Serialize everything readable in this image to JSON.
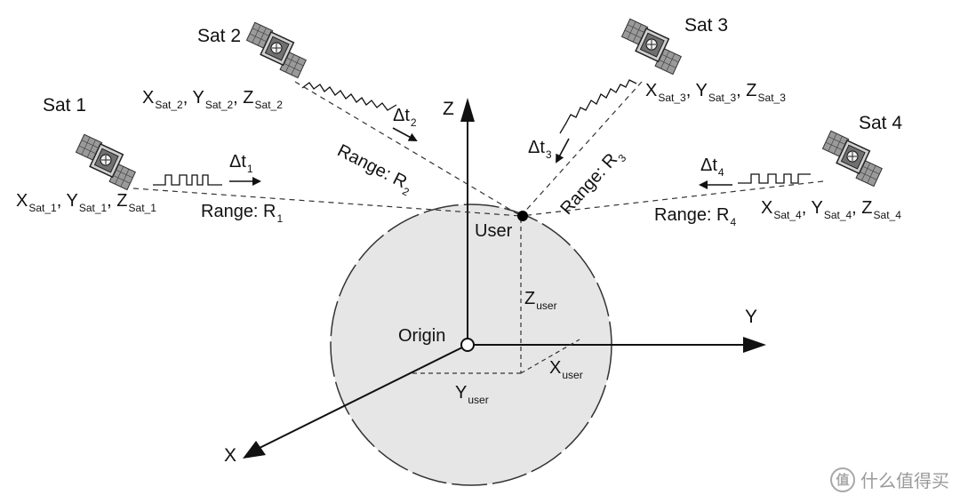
{
  "satellites": [
    {
      "name": "Sat 1",
      "coords": {
        "x": "X",
        "x_sub": "Sat_1",
        "y": "Y",
        "y_sub": "Sat_1",
        "z": "Z",
        "z_sub": "Sat_1"
      },
      "delta": "Δt",
      "delta_sub": "1",
      "range": "Range: R",
      "range_sub": "1"
    },
    {
      "name": "Sat 2",
      "coords": {
        "x": "X",
        "x_sub": "Sat_2",
        "y": "Y",
        "y_sub": "Sat_2",
        "z": "Z",
        "z_sub": "Sat_2"
      },
      "delta": "Δt",
      "delta_sub": "2",
      "range": "Range: R",
      "range_sub": "2"
    },
    {
      "name": "Sat 3",
      "coords": {
        "x": "X",
        "x_sub": "Sat_3",
        "y": "Y",
        "y_sub": "Sat_3",
        "z": "Z",
        "z_sub": "Sat_3"
      },
      "delta": "Δt",
      "delta_sub": "3",
      "range": "Range: R",
      "range_sub": "3"
    },
    {
      "name": "Sat 4",
      "coords": {
        "x": "X",
        "x_sub": "Sat_4",
        "y": "Y",
        "y_sub": "Sat_4",
        "z": "Z",
        "z_sub": "Sat_4"
      },
      "delta": "Δt",
      "delta_sub": "4",
      "range": "Range: R",
      "range_sub": "4"
    }
  ],
  "axes": {
    "x": "X",
    "y": "Y",
    "z": "Z"
  },
  "origin_label": "Origin",
  "user_label": "User",
  "user_coords": {
    "x": "X",
    "x_sub": "user",
    "y": "Y",
    "y_sub": "user",
    "z": "Z",
    "z_sub": "user"
  },
  "watermark": {
    "logo_glyph": "值",
    "text": "什么值得买"
  },
  "icons": [
    "satellite-icon",
    "arrow-icon",
    "signal-pulse-icon"
  ],
  "colors": {
    "ink": "#111111",
    "earth_fill": "#e6e6e6",
    "panel": "#9a9a9a",
    "background": "#ffffff"
  }
}
